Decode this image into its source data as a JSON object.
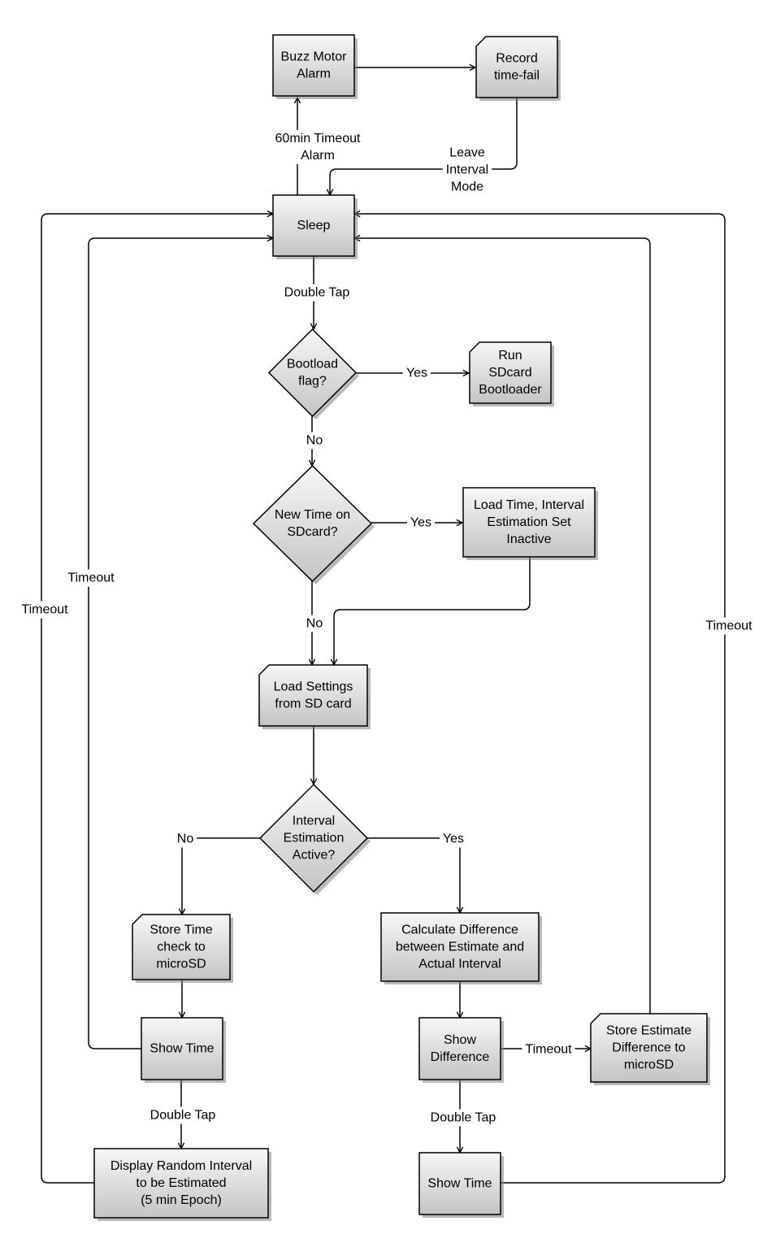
{
  "nodes": {
    "buzz": [
      "Buzz Motor",
      "Alarm"
    ],
    "record": [
      "Record",
      "time-fail"
    ],
    "sleep": [
      "Sleep"
    ],
    "bootload": [
      "Bootload",
      "flag?"
    ],
    "run_sd": [
      "Run",
      "SDcard",
      "Bootloader"
    ],
    "newtime": [
      "New Time on",
      "SDcard?"
    ],
    "loadtime": [
      "Load Time, Interval",
      "Estimation Set",
      "Inactive"
    ],
    "loadsettings": [
      "Load Settings",
      "from SD card"
    ],
    "intervalactive": [
      "Interval",
      "Estimation",
      "Active?"
    ],
    "storetime": [
      "Store Time",
      "check to",
      "microSD"
    ],
    "calcdiff": [
      "Calculate Difference",
      "between Estimate and",
      "Actual Interval"
    ],
    "showtime_left": [
      "Show Time"
    ],
    "showdiff": [
      "Show",
      "Difference"
    ],
    "storeest": [
      "Store Estimate",
      "Difference to",
      "microSD"
    ],
    "display_random": [
      "Display Random Interval",
      "to be Estimated",
      "(5 min Epoch)"
    ],
    "showtime_right": [
      "Show Time"
    ]
  },
  "edge_labels": {
    "timeout60": [
      "60min Timeout",
      "Alarm"
    ],
    "leave": [
      "Leave",
      "Interval",
      "Mode"
    ],
    "doubletap_sleep": [
      "Double Tap"
    ],
    "yes_boot": [
      "Yes"
    ],
    "no_boot": [
      "No"
    ],
    "yes_newtime": [
      "Yes"
    ],
    "no_newtime": [
      "No"
    ],
    "no_interval": [
      "No"
    ],
    "yes_interval": [
      "Yes"
    ],
    "timeout_inner_left": [
      "Timeout"
    ],
    "timeout_outer_left": [
      "Timeout"
    ],
    "timeout_right": [
      "Timeout"
    ],
    "timeout_showdiff": [
      "Timeout"
    ],
    "doubletap_left": [
      "Double Tap"
    ],
    "doubletap_right": [
      "Double Tap"
    ]
  }
}
